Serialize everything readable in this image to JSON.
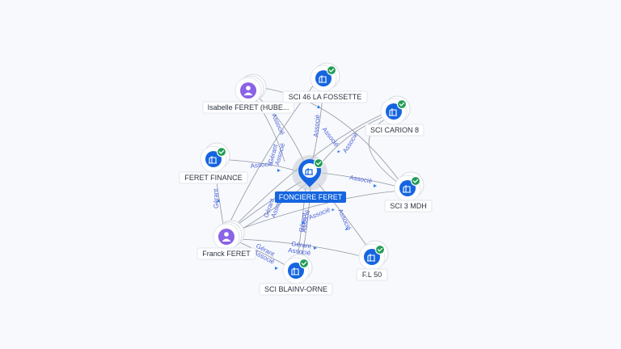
{
  "graph": {
    "central": {
      "id": "fonciere",
      "label": "FONCIERE FERET"
    },
    "nodes": [
      {
        "id": "isabelle",
        "label": "Isabelle FERET (HUBE...",
        "kind": "person"
      },
      {
        "id": "sci46",
        "label": "SCI 46 LA FOSSETTE",
        "kind": "company",
        "verified": true
      },
      {
        "id": "carion",
        "label": "SCI CARION 8",
        "kind": "company",
        "verified": true
      },
      {
        "id": "feretfin",
        "label": "FERET FINANCE",
        "kind": "company",
        "verified": true
      },
      {
        "id": "mdh",
        "label": "SCI 3 MDH",
        "kind": "company",
        "verified": true
      },
      {
        "id": "franck",
        "label": "Franck FERET",
        "kind": "person"
      },
      {
        "id": "blainv",
        "label": "SCI BLAINV-ORNE",
        "kind": "company",
        "verified": true
      },
      {
        "id": "fl50",
        "label": "F.L 50",
        "kind": "company",
        "verified": true
      }
    ],
    "edges": [
      {
        "from": "isabelle",
        "to": "fonciere",
        "labels": [
          "Associé",
          "Gérant"
        ]
      },
      {
        "from": "isabelle",
        "to": "mdh",
        "labels": [
          "Associé"
        ]
      },
      {
        "from": "sci46",
        "to": "fonciere",
        "labels": [
          "Associé"
        ]
      },
      {
        "from": "carion",
        "to": "fonciere",
        "labels": [
          "Associé"
        ]
      },
      {
        "from": "feretfin",
        "to": "fonciere",
        "labels": [
          "Associé"
        ]
      },
      {
        "from": "fonciere",
        "to": "mdh",
        "labels": [
          "Associé"
        ]
      },
      {
        "from": "franck",
        "to": "feretfin",
        "labels": [
          "Gérant"
        ]
      },
      {
        "from": "franck",
        "to": "fonciere",
        "labels": [
          "Gérant",
          "Associé"
        ]
      },
      {
        "from": "franck",
        "to": "blainv",
        "labels": [
          "Gérant",
          "Associé"
        ]
      },
      {
        "from": "franck",
        "to": "fl50",
        "labels": [
          "Gérant",
          "Associé"
        ]
      },
      {
        "from": "fonciere",
        "to": "blainv",
        "labels": [
          "Associé"
        ]
      },
      {
        "from": "fonciere",
        "to": "fl50",
        "labels": [
          "Associé"
        ]
      },
      {
        "from": "franck",
        "to": "carion",
        "labels": [
          "Associé"
        ]
      },
      {
        "from": "franck",
        "to": "sci46",
        "labels": [
          "Associé"
        ]
      }
    ]
  }
}
